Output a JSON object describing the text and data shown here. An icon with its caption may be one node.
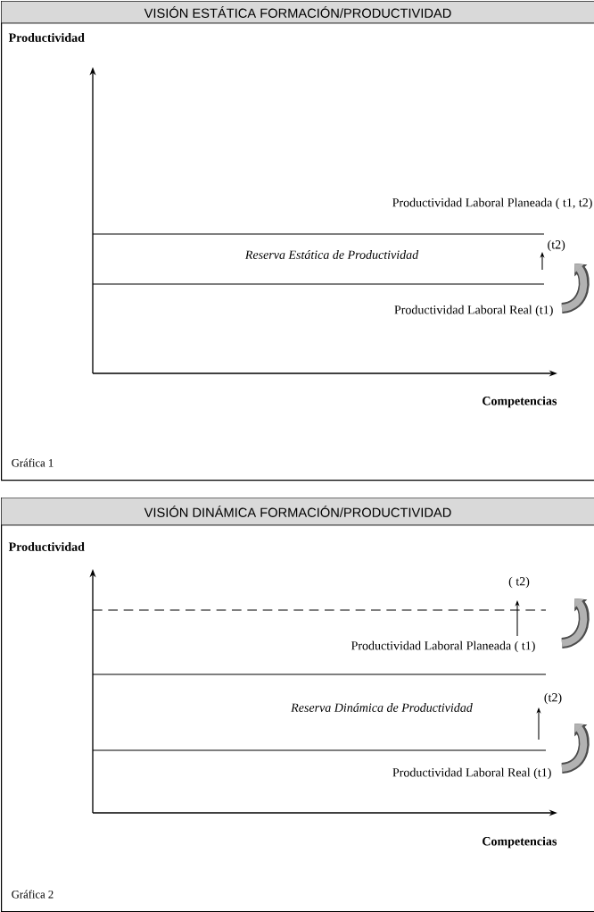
{
  "diagram": {
    "nodes": [
      {
        "text": [
          "VISIÓN ESTÁTICA FORMACIÓN/PRODUCTIVIDAD",
          "Gráfica 1"
        ]
      },
      {
        "text": [
          "VISIÓN DINÁMICA FORMACIÓN/PRODUCTIVIDAD",
          "Gráfica 2"
        ]
      }
    ],
    "labels": [
      "Productividad",
      "Productividad Laboral Planeada ( t1, t2)",
      "Reserva Estática de Productividad",
      "(t2)",
      "Productividad Laboral Real (t1)",
      "Competencias",
      "Productividad",
      "( t2)",
      "Productividad Laboral Planeada ( t1)",
      "Reserva Dinámica de Productividad",
      "(t2)",
      "Productividad Laboral Real (t1)",
      "Competencias"
    ]
  }
}
